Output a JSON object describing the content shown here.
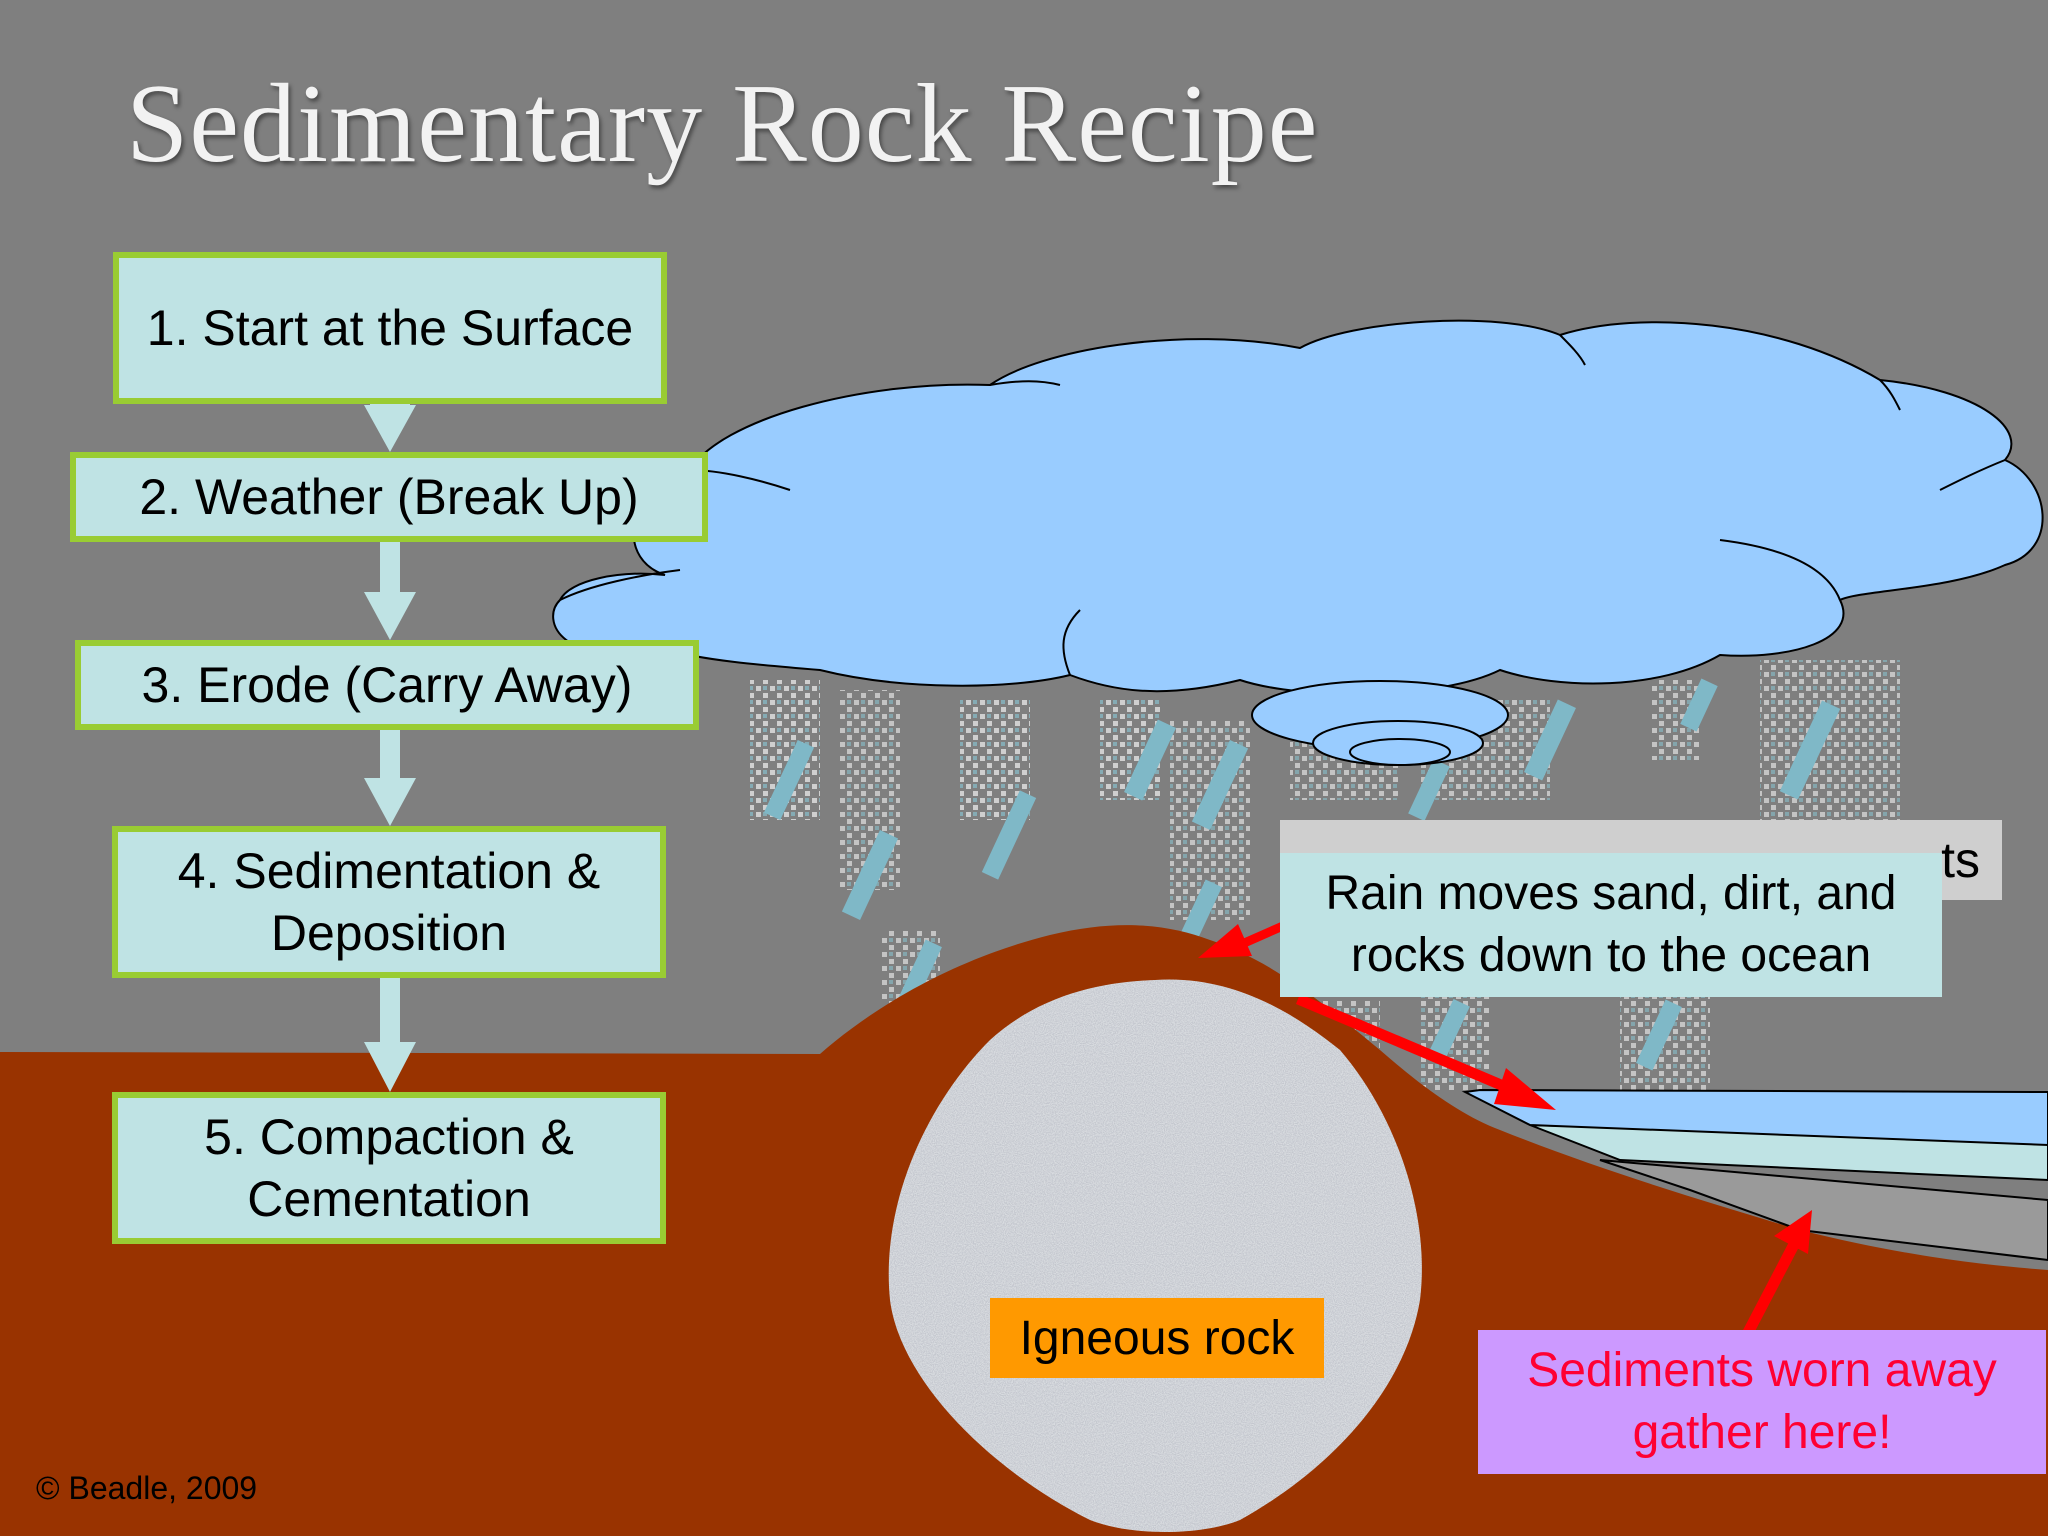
{
  "title": "Sedimentary Rock Recipe",
  "steps": [
    {
      "label": "1.  Start at the Surface"
    },
    {
      "label": "2.  Weather (Break Up)"
    },
    {
      "label": "3.  Erode (Carry Away)"
    },
    {
      "label": "4.  Sedimentation & Deposition"
    },
    {
      "label": "5. Compaction & Cementation"
    }
  ],
  "labels": {
    "hidden_layers": "ts",
    "rain": "Rain moves sand, dirt, and rocks down to the ocean",
    "igneous": "Igneous rock",
    "sediments": "Sediments worn away gather here!"
  },
  "copyright": "© Beadle, 2009",
  "colors": {
    "background": "#7f7f7f",
    "ground": "#993300",
    "cloud": "#99ccff",
    "step_fill": "#bfe3e4",
    "step_border": "#99cc33",
    "arrow_red": "#ff0000",
    "igneous_label": "#ff9900",
    "sediment_label": "#cc99ff",
    "sediment_text": "#ff0033"
  },
  "icons": [
    "cloud-icon",
    "raindrop-icon",
    "arrow-down-icon",
    "red-arrow-icon"
  ]
}
